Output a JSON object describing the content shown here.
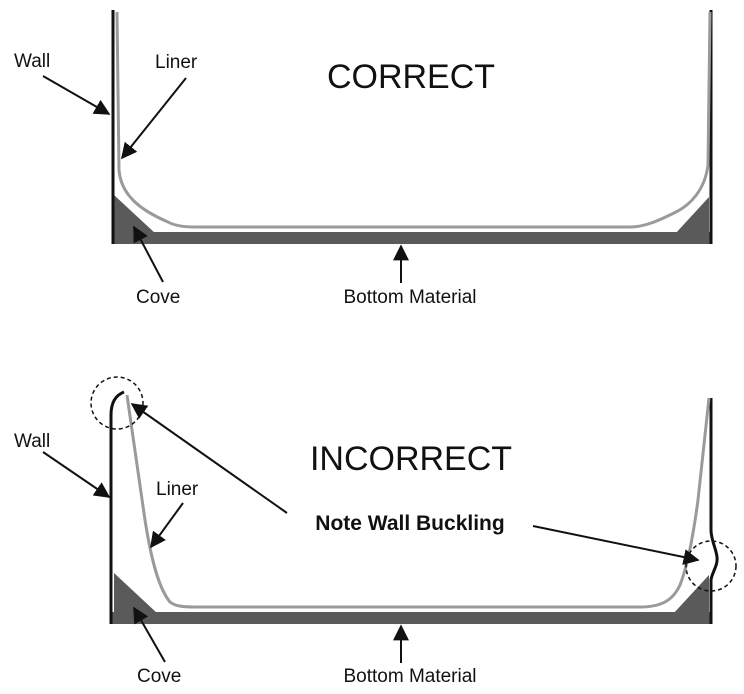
{
  "correct": {
    "title": "CORRECT",
    "wall_label": "Wall",
    "liner_label": "Liner",
    "cove_label": "Cove",
    "bottom_label": "Bottom Material"
  },
  "incorrect": {
    "title": "INCORRECT",
    "wall_label": "Wall",
    "liner_label": "Liner",
    "cove_label": "Cove",
    "bottom_label": "Bottom Material",
    "note": "Note Wall Buckling"
  },
  "colors": {
    "wall": "#111111",
    "liner": "#9a9a9a",
    "cove": "#5a5a5a",
    "bottom": "#5a5a5a",
    "arrow": "#111111"
  }
}
